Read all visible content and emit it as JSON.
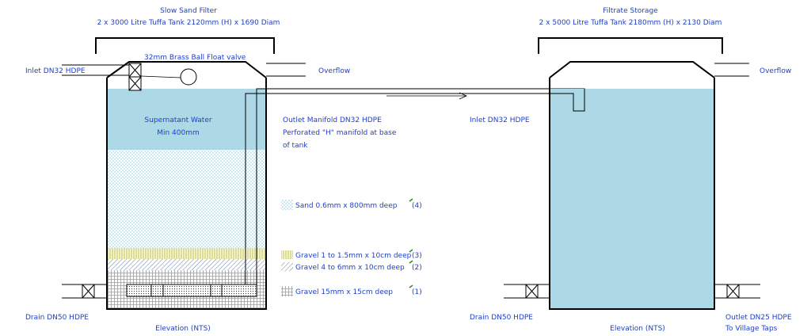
{
  "filter": {
    "title": "Slow Sand Filter",
    "subtitle": "2 x 3000 Litre Tuffa Tank 2120mm (H) x 1690 Diam",
    "float_valve": "32mm Brass Ball Float valve",
    "inlet": "Inlet DN32 HDPE",
    "overflow": "Overflow",
    "supernatant_1": "Supernatant Water",
    "supernatant_2": "Min 400mm",
    "outlet_1": "Outlet Manifold DN32 HDPE",
    "outlet_2": "Perforated \"H\" manifold at base",
    "outlet_3": "of tank",
    "drain": "Drain DN50 HDPE",
    "elevation": "Elevation (NTS)"
  },
  "legend": [
    {
      "label": "Sand 0.6mm x 800mm deep",
      "num": "(4)"
    },
    {
      "label": "Gravel 1 to 1.5mm x 10cm deep",
      "num": "(3)"
    },
    {
      "label": "Gravel 4 to 6mm x 10cm deep",
      "num": "(2)"
    },
    {
      "label": "Gravel 15mm x 15cm deep",
      "num": "(1)"
    }
  ],
  "storage": {
    "title": "Filtrate Storage",
    "subtitle": "2 x 5000 Litre Tuffa Tank 2180mm (H) x 2130 Diam",
    "inlet": "Inlet DN32 HDPE",
    "overflow": "Overflow",
    "drain": "Drain DN50 HDPE",
    "elevation": "Elevation (NTS)",
    "outlet_1": "Outlet DN25 HDPE",
    "outlet_2": "To Village Taps"
  },
  "colors": {
    "water": "#add8e6",
    "sand": "#8fc9dc",
    "label": "#1f3fc8"
  }
}
